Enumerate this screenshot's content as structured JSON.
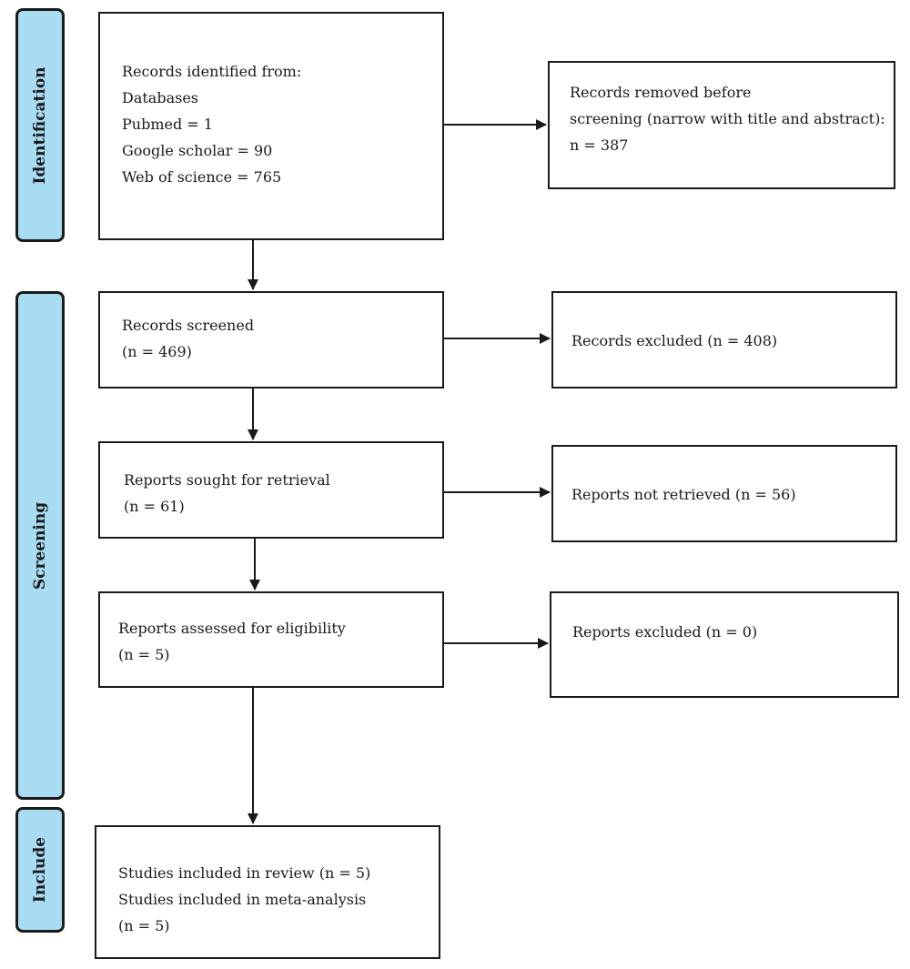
{
  "phases": {
    "identification": "Identification",
    "screening": "Screening",
    "include": "Include"
  },
  "boxes": {
    "identified": [
      "Records identified from:",
      "Databases",
      "Pubmed = 1",
      "Google scholar = 90",
      "Web of science = 765"
    ],
    "removed": [
      "Records removed before",
      "screening (narrow with title and abstract):",
      "n = 387"
    ],
    "screened": [
      "Records screened",
      "(n = 469)"
    ],
    "excluded": [
      "Records excluded (n = 408)"
    ],
    "sought": [
      "Reports sought for retrieval",
      "(n = 61)"
    ],
    "not_retrieved": [
      "Reports not retrieved (n = 56)"
    ],
    "assessed": [
      "Reports assessed for eligibility",
      "(n = 5)"
    ],
    "reports_excluded": [
      "Reports excluded (n = 0)"
    ],
    "included": [
      "Studies included in review (n = 5)",
      "Studies included in meta-analysis",
      "(n = 5)"
    ]
  },
  "colors": {
    "phase_fill": "#a7dcf2",
    "stroke": "#1a1a1a"
  }
}
